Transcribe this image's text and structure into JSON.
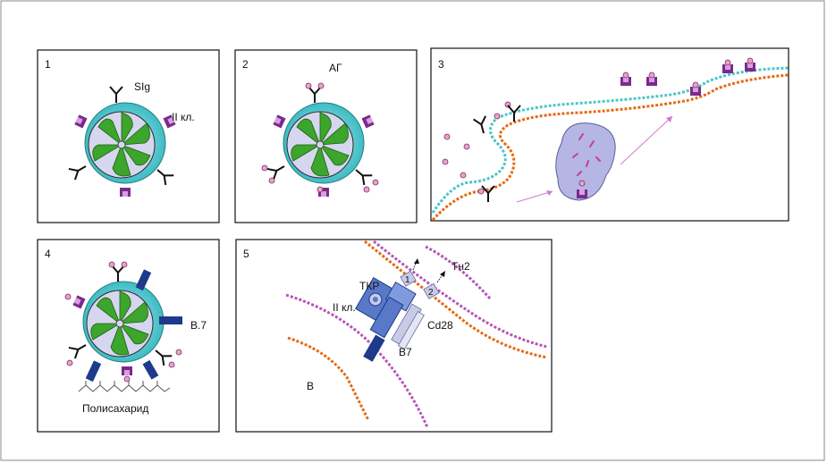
{
  "panels": [
    {
      "number": "1",
      "labels": {
        "slg": "SIg",
        "class2": "II кл."
      }
    },
    {
      "number": "2",
      "labels": {
        "ag": "АГ"
      }
    },
    {
      "number": "3"
    },
    {
      "number": "4",
      "labels": {
        "b7": "B.7",
        "polysaccharide": "Полисахарид"
      }
    },
    {
      "number": "5",
      "labels": {
        "tkr": "ТКР",
        "class2": "II кл.",
        "cd28": "Cd28",
        "b7": "B7",
        "th2": "Тн2",
        "b": "В",
        "step1": "1",
        "step2": "2"
      }
    }
  ],
  "colors": {
    "membrane_outer": "#4bc5c8",
    "nucleus_green": "#3ca52b",
    "nucleus_lilac": "#c7c6e6",
    "receptor_purple": "#7a2a8c",
    "antigen_pink": "#e9a3c6",
    "membrane_orange": "#e36b14",
    "membrane_violet": "#b655b9",
    "tcr_blue": "#5a78c8",
    "b7_navy": "#1e3a8a",
    "cd28_light": "#c9cbe6",
    "vesicle": "#b5b6e3"
  }
}
